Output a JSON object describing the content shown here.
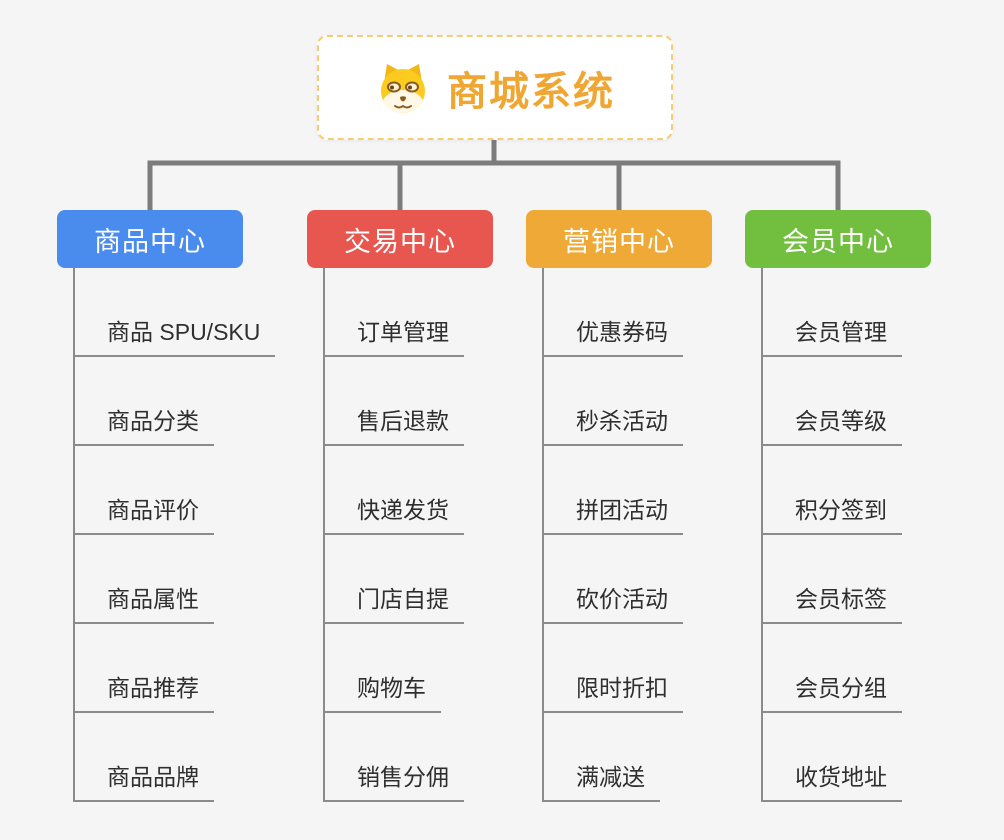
{
  "root": {
    "label": "商城系统",
    "icon": "dog-face-icon",
    "text_color": "#f0a632",
    "border_color": "#f6cd74"
  },
  "connector_color": "#7c7c7c",
  "leaf_line_color": "#8b8b8b",
  "branches": [
    {
      "label": "商品中心",
      "color": "#4a8cee",
      "items": [
        "商品 SPU/SKU",
        "商品分类",
        "商品评价",
        "商品属性",
        "商品推荐",
        "商品品牌"
      ]
    },
    {
      "label": "交易中心",
      "color": "#e8574f",
      "items": [
        "订单管理",
        "售后退款",
        "快递发货",
        "门店自提",
        "购物车",
        "销售分佣"
      ]
    },
    {
      "label": "营销中心",
      "color": "#efa937",
      "items": [
        "优惠券码",
        "秒杀活动",
        "拼团活动",
        "砍价活动",
        "限时折扣",
        "满减送"
      ]
    },
    {
      "label": "会员中心",
      "color": "#72bf40",
      "items": [
        "会员管理",
        "会员等级",
        "积分签到",
        "会员标签",
        "会员分组",
        "收货地址"
      ]
    }
  ]
}
